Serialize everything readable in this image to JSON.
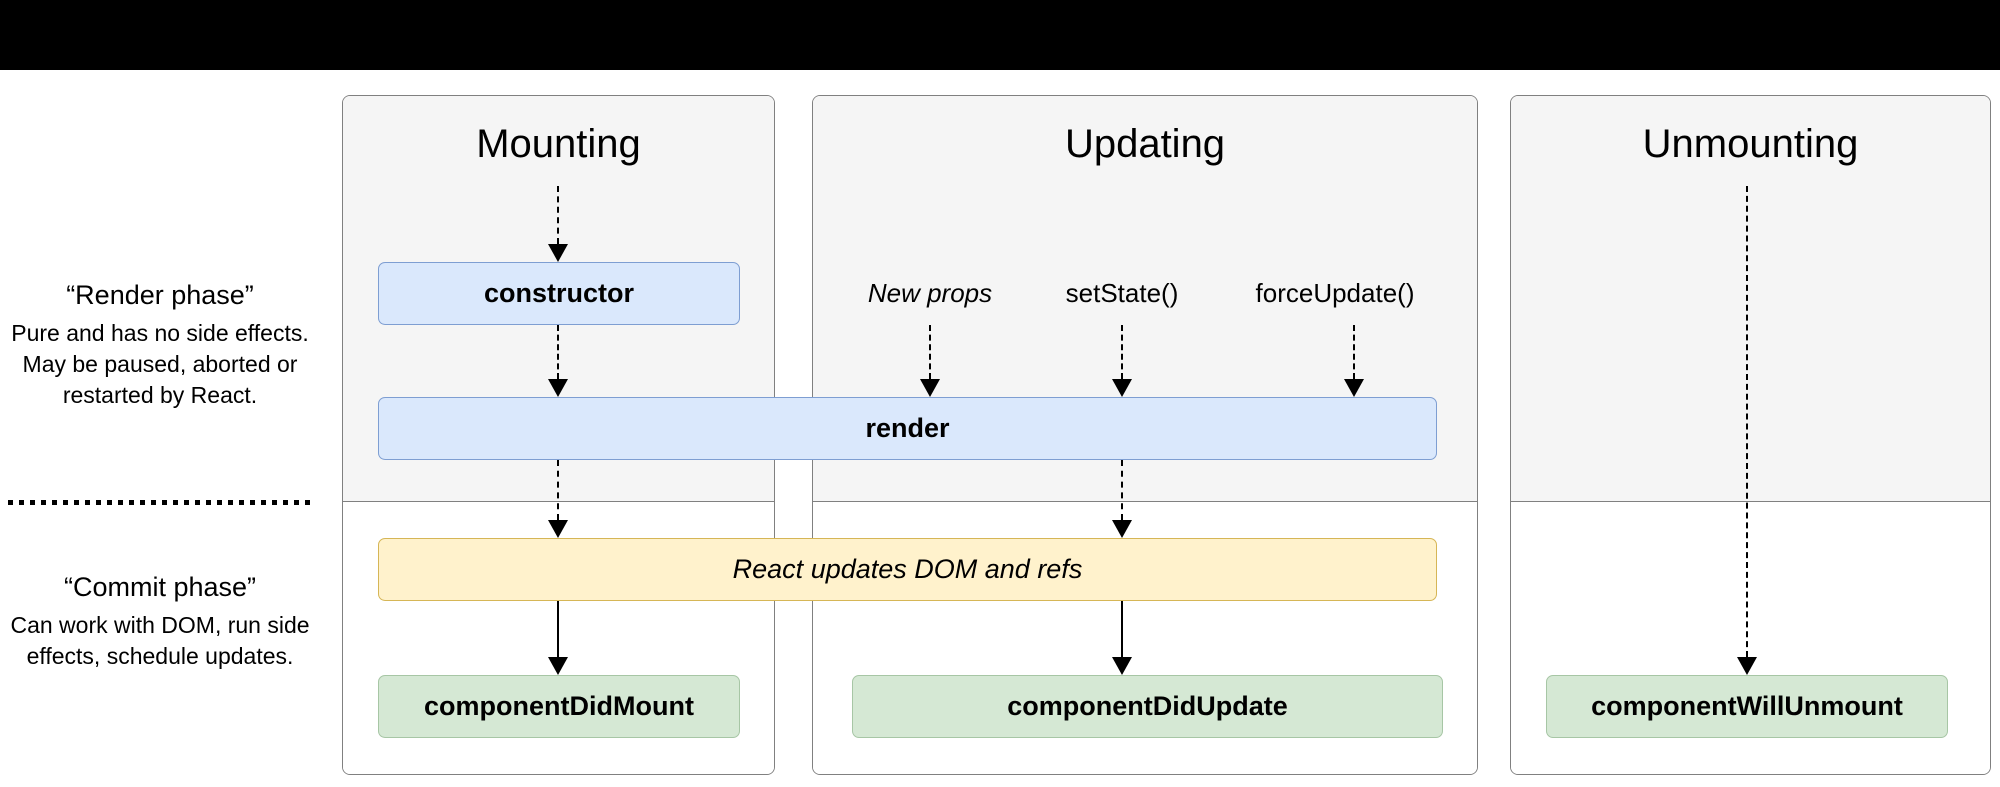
{
  "legend": {
    "render_phase": {
      "title": "“Render phase”",
      "description": "Pure and has no side effects. May be paused, aborted or restarted by React."
    },
    "commit_phase": {
      "title": "“Commit phase”",
      "description": "Can work with DOM, run side effects, schedule updates."
    }
  },
  "columns": {
    "mounting": {
      "title": "Mounting",
      "boxes": {
        "constructor": "constructor",
        "did_mount": "componentDidMount"
      }
    },
    "updating": {
      "title": "Updating",
      "triggers": [
        {
          "label": "New props",
          "style": "italic"
        },
        {
          "label": "setState()",
          "style": "normal"
        },
        {
          "label": "forceUpdate()",
          "style": "normal"
        }
      ],
      "boxes": {
        "did_update": "componentDidUpdate"
      }
    },
    "unmounting": {
      "title": "Unmounting",
      "boxes": {
        "will_unmount": "componentWillUnmount"
      }
    }
  },
  "shared_boxes": {
    "render": "render",
    "react_updates": "React updates DOM and refs"
  },
  "colors": {
    "blue_fill": "#dae8fc",
    "blue_stroke": "#7e9ed2",
    "yellow_fill": "#fff2cc",
    "yellow_stroke": "#d6b656",
    "green_fill": "#d5e8d4",
    "green_stroke": "#a7c6a5",
    "panel_fill": "#f5f5f5",
    "panel_stroke": "#808080",
    "top_bar": "#000000"
  }
}
